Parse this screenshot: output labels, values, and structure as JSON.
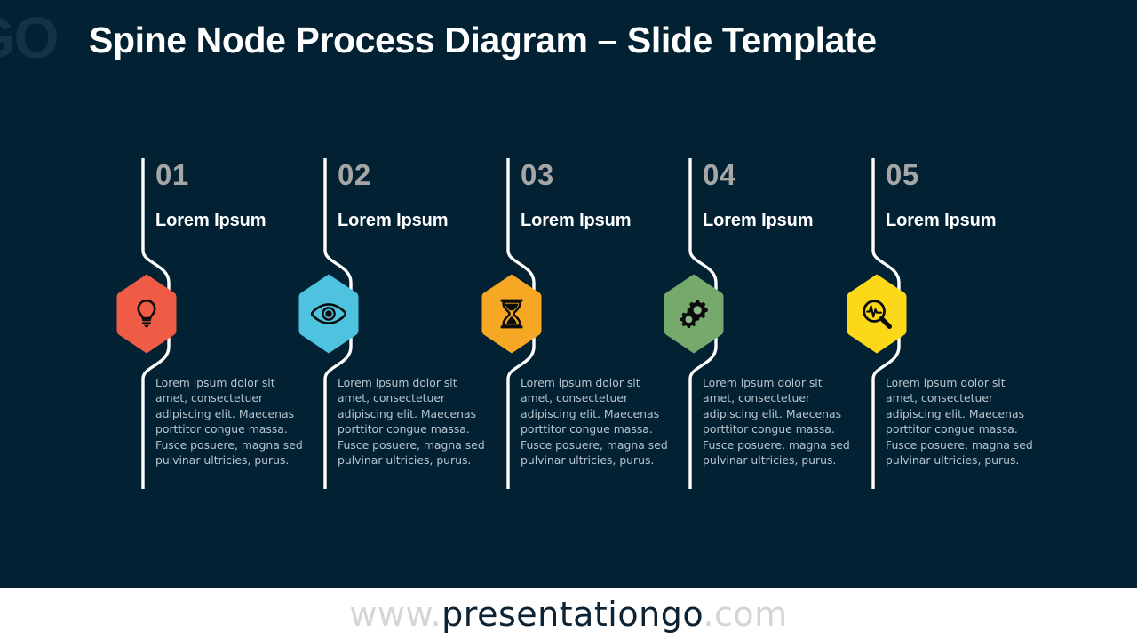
{
  "slide": {
    "title": "Spine Node Process Diagram – Slide Template",
    "watermark": "GO",
    "background_color": "#022234",
    "spine_color": "#ffffff",
    "number_color": "#a6a6a6",
    "heading_color": "#ffffff",
    "body_color": "#b8c4cb"
  },
  "steps": [
    {
      "number": "01",
      "heading": "Lorem Ipsum",
      "body": "Lorem ipsum dolor sit amet, consectetuer adipiscing elit. Maecenas porttitor congue massa. Fusce posuere, magna sed pulvinar ultricies, purus.",
      "icon": "lightbulb-icon",
      "color": "#ef5b45"
    },
    {
      "number": "02",
      "heading": "Lorem Ipsum",
      "body": "Lorem ipsum dolor sit amet, consectetuer adipiscing elit. Maecenas porttitor congue massa. Fusce posuere, magna sed pulvinar ultricies, purus.",
      "icon": "eye-icon",
      "color": "#4ec3e0"
    },
    {
      "number": "03",
      "heading": "Lorem Ipsum",
      "body": "Lorem ipsum dolor sit amet, consectetuer adipiscing elit. Maecenas porttitor congue massa. Fusce posuere, magna sed pulvinar ultricies, purus.",
      "icon": "hourglass-icon",
      "color": "#f6a723"
    },
    {
      "number": "04",
      "heading": "Lorem Ipsum",
      "body": "Lorem ipsum dolor sit amet, consectetuer adipiscing elit. Maecenas porttitor congue massa. Fusce posuere, magna sed pulvinar ultricies, purus.",
      "icon": "gears-icon",
      "color": "#76aa6d"
    },
    {
      "number": "05",
      "heading": "Lorem Ipsum",
      "body": "Lorem ipsum dolor sit amet, consectetuer adipiscing elit. Maecenas porttitor congue massa. Fusce posuere, magna sed pulvinar ultricies, purus.",
      "icon": "magnifier-analytics-icon",
      "color": "#fbd919"
    }
  ],
  "footer": {
    "prefix": "www.",
    "brand": "presentationgo",
    "suffix": ".com"
  }
}
